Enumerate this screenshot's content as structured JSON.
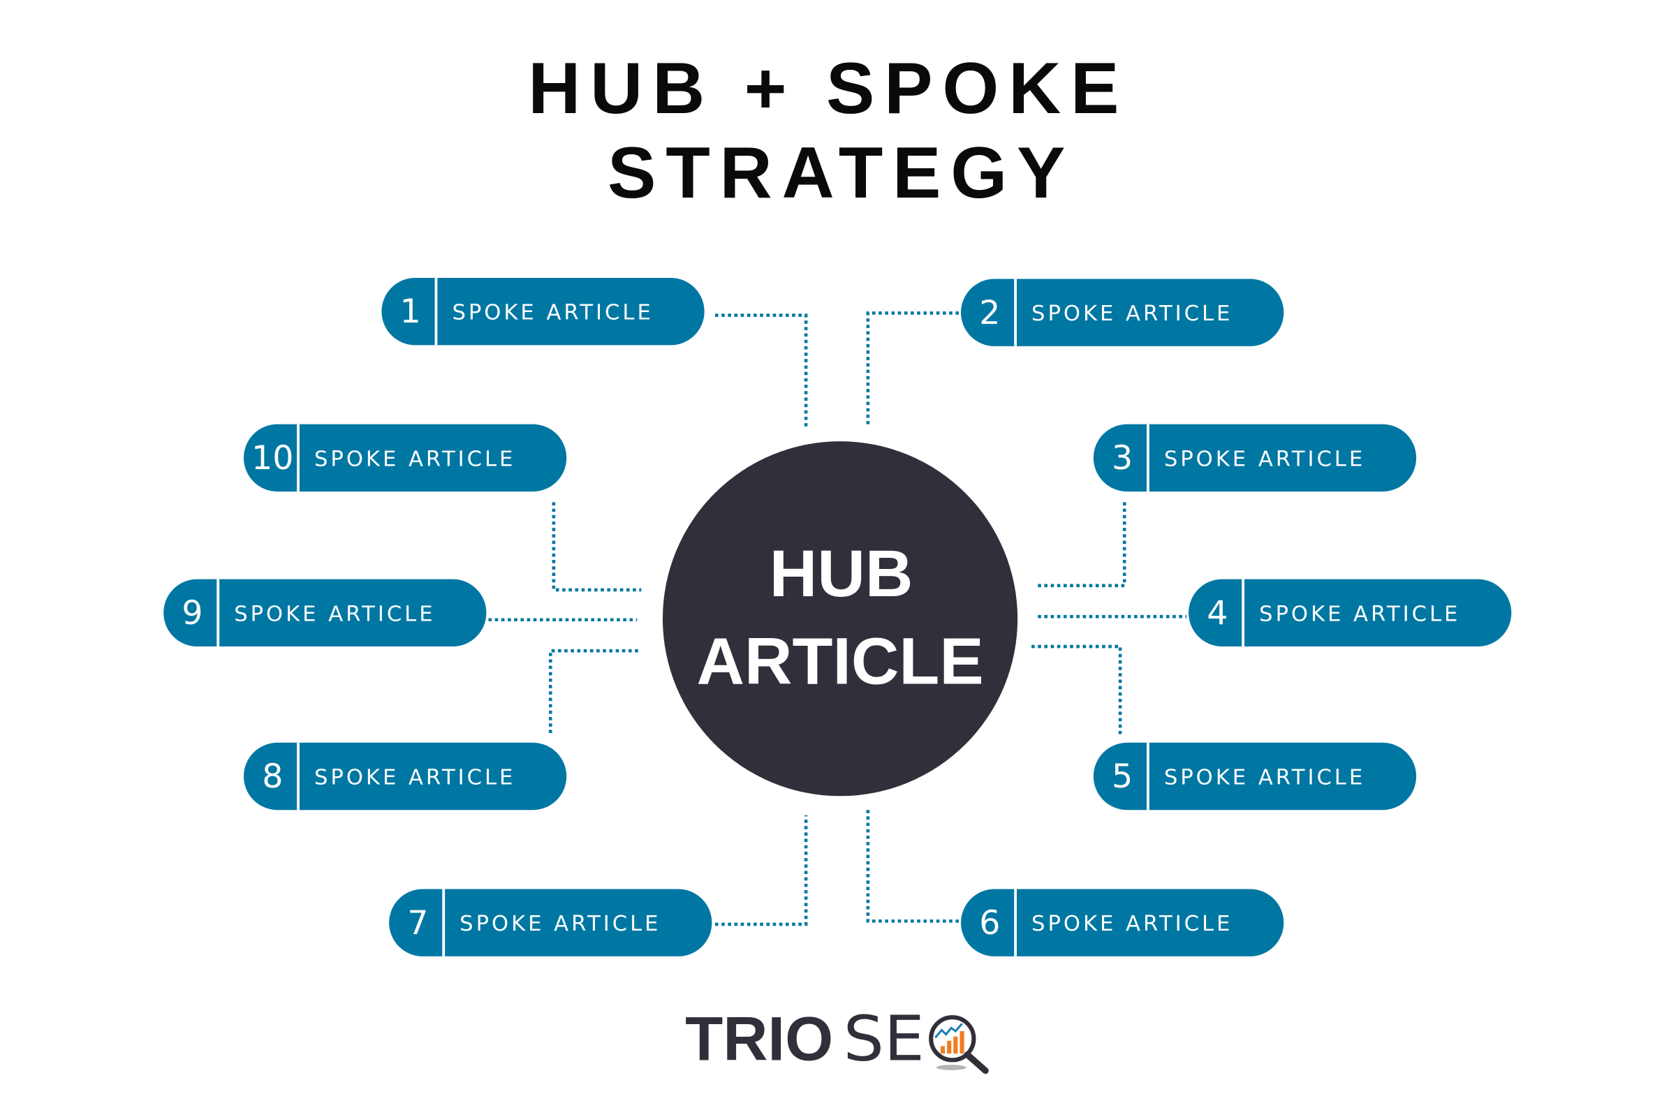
{
  "title": {
    "line1": "HUB + SPOKE",
    "line2": "STRATEGY"
  },
  "hub": {
    "line1": "HUB",
    "line2": "ARTICLE"
  },
  "spokes": [
    {
      "number": "1",
      "label": "SPOKE ARTICLE"
    },
    {
      "number": "2",
      "label": "SPOKE ARTICLE"
    },
    {
      "number": "3",
      "label": "SPOKE ARTICLE"
    },
    {
      "number": "4",
      "label": "SPOKE ARTICLE"
    },
    {
      "number": "5",
      "label": "SPOKE ARTICLE"
    },
    {
      "number": "6",
      "label": "SPOKE ARTICLE"
    },
    {
      "number": "7",
      "label": "SPOKE ARTICLE"
    },
    {
      "number": "8",
      "label": "SPOKE ARTICLE"
    },
    {
      "number": "9",
      "label": "SPOKE ARTICLE"
    },
    {
      "number": "10",
      "label": "SPOKE ARTICLE"
    }
  ],
  "logo": {
    "bold": "TRIO",
    "thin": "SE"
  },
  "colors": {
    "pill": "#0077a3",
    "hub": "#322f3b",
    "text": "#0a0a0a",
    "logo_orange": "#f07d22",
    "logo_blue": "#1a7fb5"
  }
}
